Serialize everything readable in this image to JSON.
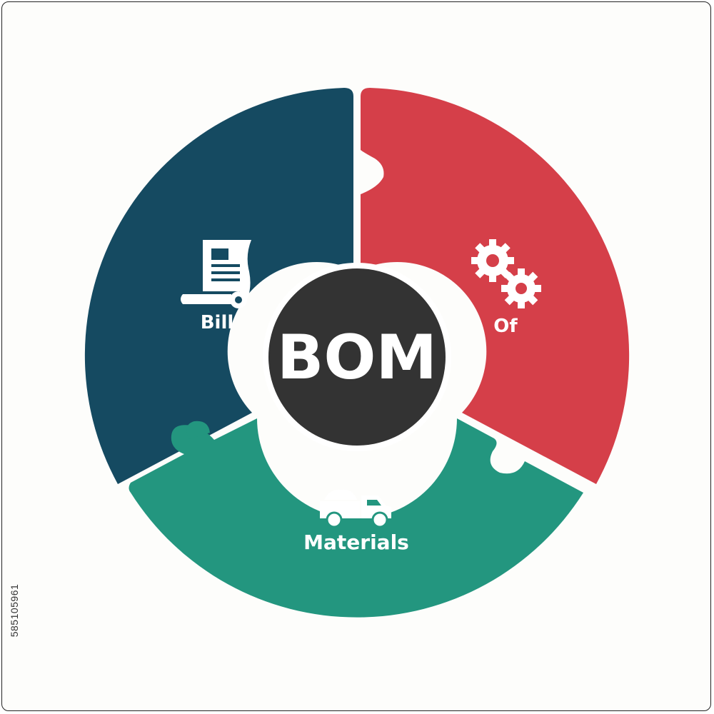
{
  "diagram": {
    "center_label": "BOM",
    "segments": [
      {
        "id": "bill",
        "label": "Bill",
        "icon": "document-scroll-icon",
        "color": "#154a61"
      },
      {
        "id": "of",
        "label": "Of",
        "icon": "gears-icon",
        "color": "#d53f49"
      },
      {
        "id": "materials",
        "label": "Materials",
        "icon": "pickup-truck-icon",
        "color": "#23967f"
      }
    ],
    "center_color": "#333333"
  },
  "watermark": {
    "stock_id": "585105961"
  }
}
